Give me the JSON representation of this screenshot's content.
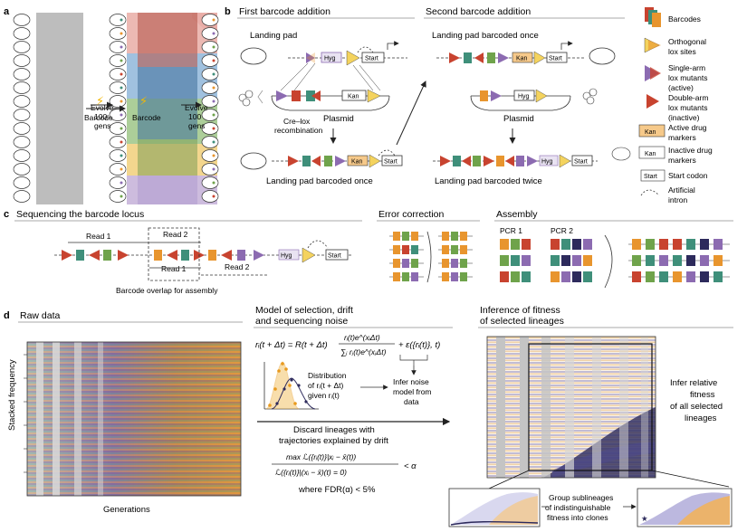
{
  "panels": {
    "a": {
      "letter": "a",
      "barcode_label": "Barcode",
      "evolve_label": [
        "Evolve",
        "100",
        "gens"
      ]
    },
    "b": {
      "letter": "b",
      "first_title": "First barcode addition",
      "second_title": "Second barcode addition",
      "landing_pad": "Landing pad",
      "landing_pad_barcoded_once": "Landing pad barcoded once",
      "plasmid": "Plasmid",
      "cre_lox": [
        "Cre–lox",
        "recombination"
      ],
      "landing_pad_barcoded_once_bottom": "Landing pad barcoded once",
      "landing_pad_barcoded_twice": "Landing pad barcoded twice",
      "hyg": "Hyg",
      "kan": "Kan",
      "start": "Start"
    },
    "legend": {
      "items": [
        {
          "label": [
            "Barcodes"
          ]
        },
        {
          "label": [
            "Orthogonal",
            "lox sites"
          ]
        },
        {
          "label": [
            "Single-arm",
            "lox mutants",
            "(active)"
          ]
        },
        {
          "label": [
            "Double-arm",
            "lox mutants",
            "(inactive)"
          ]
        },
        {
          "label": [
            "Active drug",
            "markers"
          ]
        },
        {
          "label": [
            "Inactive drug",
            "markers"
          ]
        },
        {
          "label": [
            "Start codon"
          ]
        },
        {
          "label": [
            "Artificial",
            "intron"
          ]
        }
      ]
    },
    "c": {
      "letter": "c",
      "title": "Sequencing the barcode locus",
      "read1": "Read 1",
      "read2": "Read 2",
      "overlap": "Barcode overlap for assembly",
      "error_title": "Error correction",
      "assembly_title": "Assembly",
      "pcr1": "PCR 1",
      "pcr2": "PCR 2"
    },
    "d": {
      "letter": "d",
      "raw_title": "Raw data",
      "ylabel": "Stacked frequency",
      "xlabel": "Generations",
      "model_title": [
        "Model of selection, drift",
        "and sequencing noise"
      ],
      "equation_lhs": "rᵢ(t + Δt) = R(t + Δt)",
      "equation_num": "rᵢ(t)e^(xᵢΔt)",
      "equation_den": "∑ⱼ rⱼ(t)e^(xⱼΔt)",
      "equation_noise": "+ ε({rᵢ(t)}, t)",
      "distribution_label": [
        "Distribution",
        "of rᵢ(t + Δt)",
        "given rᵢ(t)"
      ],
      "infer_noise": [
        "Infer noise",
        "model from",
        "data"
      ],
      "discard": [
        "Discard lineages with",
        "trajectories explained by drift"
      ],
      "ratio_num": "max ℒ({rᵢ(t)}|xᵢ − x̄(t))",
      "ratio_den": "ℒ({rᵢ(t)}|(xᵢ − x̄)(t) = 0)",
      "ratio_rhs": "< α",
      "fdr": "where FDR(α) < 5%",
      "inference_title": [
        "Inference of fitness",
        "of selected lineages"
      ],
      "infer_relative": [
        "Infer relative",
        "fitness",
        "of all selected",
        "lineages"
      ],
      "group": [
        "Group sublineages",
        "of indistinguishable",
        "fitness into clones"
      ]
    }
  },
  "colors": {
    "teal": "#3f8f7a",
    "red": "#c8432f",
    "orange": "#e8952e",
    "purple": "#8c6bb1",
    "green": "#6fa34b",
    "navy": "#2d2a5c",
    "yellow": "#f4d35e",
    "pink": "#d9a7c7",
    "grey": "#b8b8b8"
  }
}
